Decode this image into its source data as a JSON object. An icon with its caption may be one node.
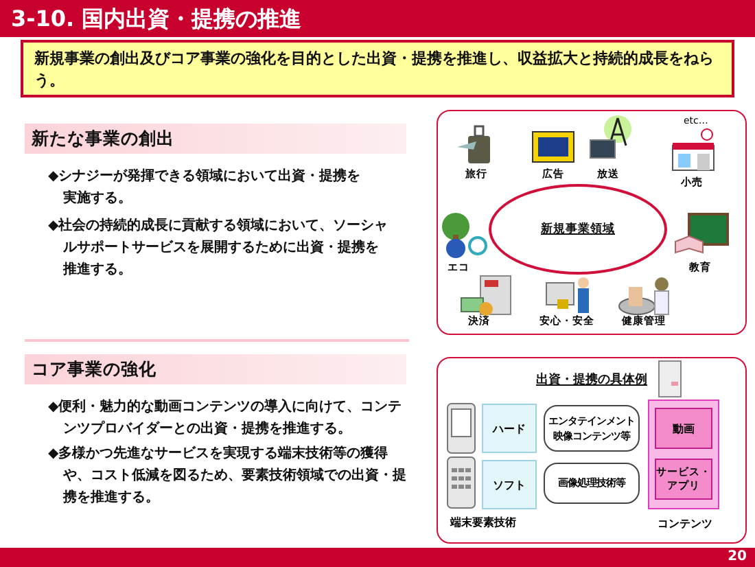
{
  "diagram": {
    "title": "3-10. 国内出資・提携の推進",
    "nodes": [
      {
        "text": [
          "新規事業の創出及びコア事業の強化を目的とした出資・提携を推進し、収益拡大と持続的成長をねらう。"
        ]
      },
      {
        "text": [
          "新たな事業の創出"
        ]
      },
      {
        "text": [
          "コア事業の強化"
        ]
      },
      {
        "text": [
          "新規事業領域"
        ]
      },
      {
        "text": [
          "出資・提携の具体例"
        ]
      },
      {
        "text": [
          "ハード"
        ],
        "in": 4
      },
      {
        "text": [
          "ソフト"
        ],
        "in": 4
      },
      {
        "text": [
          "エンタテインメント映像コンテンツ等"
        ],
        "in": 4
      },
      {
        "text": [
          "画像処理技術等"
        ],
        "in": 4
      },
      {
        "text": [],
        "shape": "box",
        "beside": [
          "コンテンツ"
        ],
        "in": 4
      },
      {
        "text": [
          "動画"
        ],
        "in": 9
      },
      {
        "text": [
          "サービス・アプリ"
        ],
        "in": 9
      }
    ],
    "labels": [
      "◆シナジーが発揮できる領域において出資・提携を実施する。",
      "◆社会の持続的成長に貢献する領域において、ソーシャルサポートサービスを展開するために出資・提携を推進する。",
      "etc…",
      "旅行",
      "広告",
      "放送",
      "小売",
      "エコ",
      "教育",
      "決済",
      "安心・安全",
      "健康管理",
      "◆便利・魅力的な動画コンテンツの導入に向けて、コンテンツプロバイダーとの出資・提携を推進する。",
      "◆多様かつ先進なサービスを実現する端末技術等の獲得や、コスト低減を図るため、要素技術領域での出資・提携を推進する。",
      "端末要素技術",
      "20"
    ]
  }
}
